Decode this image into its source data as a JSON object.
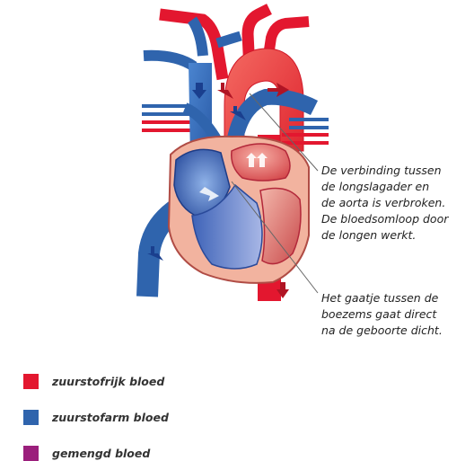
{
  "annotations": {
    "connection": [
      "De verbinding tussen",
      "de longslagader en",
      "de aorta is verbroken.",
      "De bloedsomloop door",
      "de longen werkt."
    ],
    "hole": [
      "Het gaatje tussen de",
      "boezems gaat direct",
      "na de geboorte dicht."
    ]
  },
  "legend": [
    {
      "label": "zuurstofrijk bloed",
      "color": "#e3172f"
    },
    {
      "label": "zuurstofarm bloed",
      "color": "#2f64ad"
    },
    {
      "label": "gemengd bloed",
      "color": "#9b1f7c"
    }
  ],
  "colors": {
    "oxygen_rich": "#e3172f",
    "oxygen_poor": "#2f64ad",
    "heart_wall": "#f2b39f"
  },
  "icons": [
    "arrow-up-icon",
    "arrow-down-icon",
    "arrow-right-icon"
  ]
}
